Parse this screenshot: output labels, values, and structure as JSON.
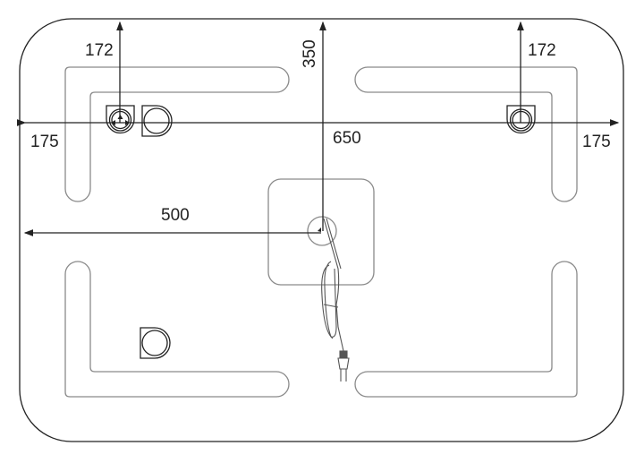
{
  "dimensions": {
    "top_left_switch_from_top": "172",
    "top_right_switch_from_top": "172",
    "center_from_top": "350",
    "left_edge_to_switch": "175",
    "switch_to_switch": "650",
    "right_switch_to_edge": "175",
    "left_edge_to_center": "500"
  },
  "colors": {
    "line": "#222222",
    "led_strip": "#8a8a8a"
  }
}
